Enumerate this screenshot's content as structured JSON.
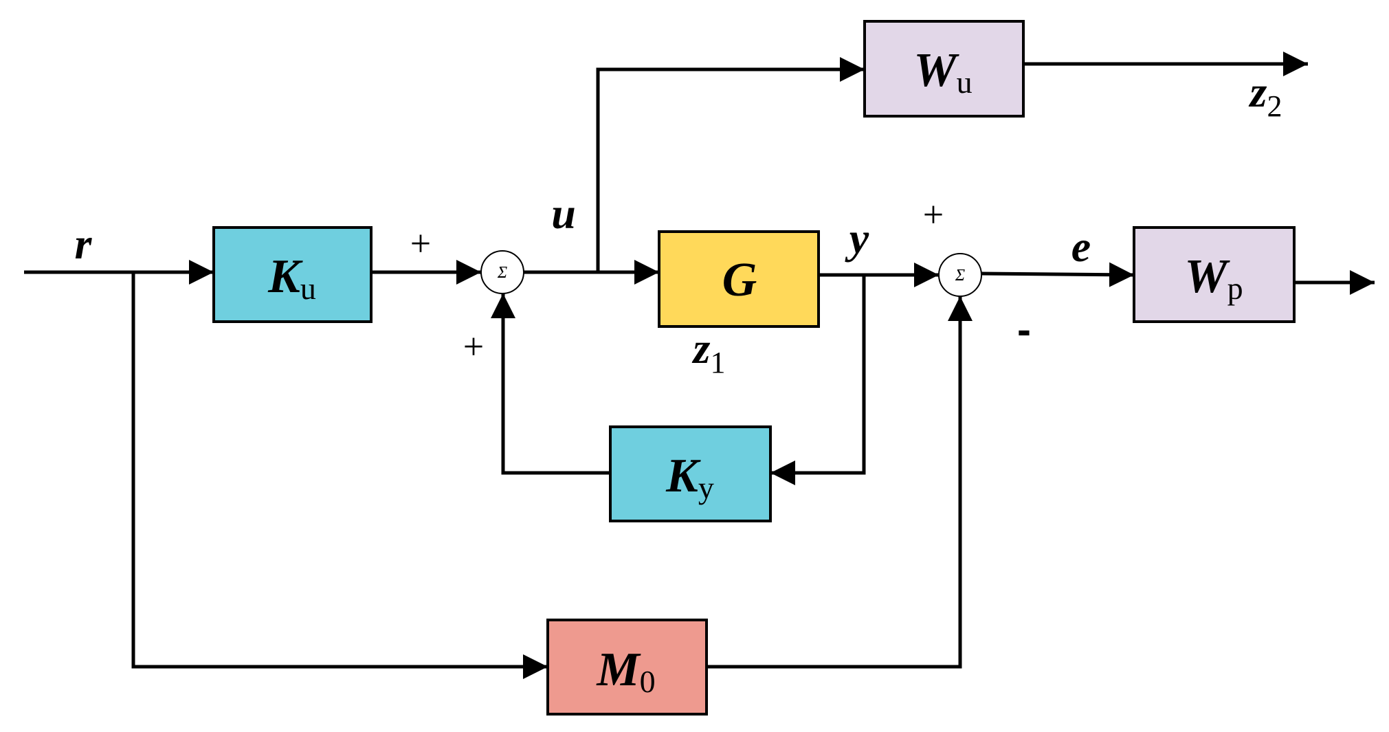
{
  "colors": {
    "gain_block": "#6FCFDF",
    "plant_block": "#FFD95A",
    "weight_block": "#E2D7E8",
    "model_block": "#EE9A8F",
    "line": "#000000"
  },
  "blocks": {
    "Ku": {
      "symbol": "K",
      "subscript": "u"
    },
    "G": {
      "symbol": "G",
      "subscript": ""
    },
    "Ky": {
      "symbol": "K",
      "subscript": "y"
    },
    "Wu": {
      "symbol": "W",
      "subscript": "u"
    },
    "Wp": {
      "symbol": "W",
      "subscript": "p"
    },
    "M0": {
      "symbol": "M",
      "subscript": "0"
    }
  },
  "signals": {
    "r": "r",
    "u": "u",
    "y": "y",
    "e": "e",
    "z1": {
      "symbol": "z",
      "subscript": "1"
    },
    "z2": {
      "symbol": "z",
      "subscript": "2"
    }
  },
  "summing_junctions": {
    "symbol": "Σ",
    "sum1_sign_top": "+",
    "sum1_sign_bottom": "+",
    "sum2_sign_top": "+",
    "sum2_sign_bottom": "-"
  }
}
